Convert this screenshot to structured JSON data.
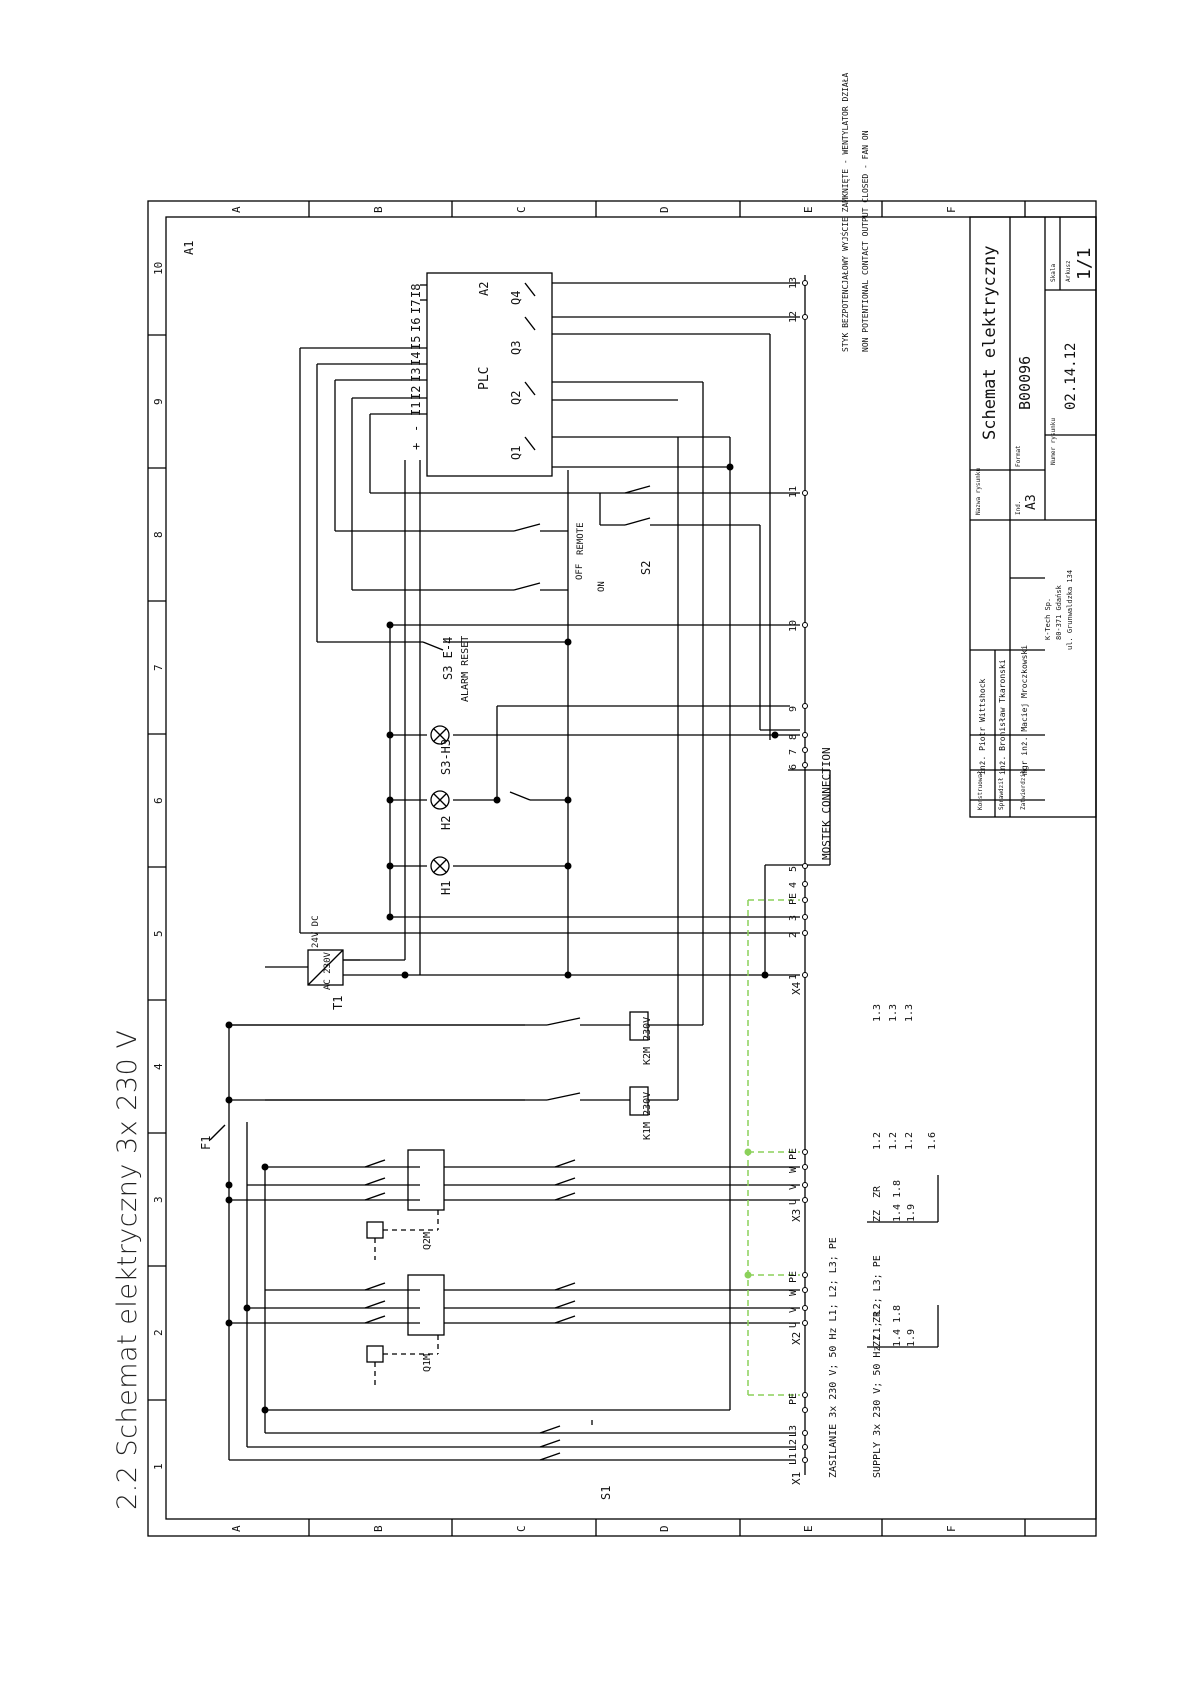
{
  "sheet_title": "2.2 Schemat elektryczny 3x 230 V",
  "frame": {
    "columns": [
      "A",
      "B",
      "C",
      "D",
      "E",
      "F"
    ],
    "rows": [
      "10",
      "9",
      "8",
      "7",
      "6",
      "5",
      "4",
      "3",
      "2",
      "1"
    ],
    "sheet_ref": "A1"
  },
  "title_block": {
    "title": "Schemat elektryczny",
    "drawing_no": "B00096",
    "date": "02.14.12",
    "format": "A3",
    "sheet": "1/1",
    "labels": {
      "project_name": "Nazwa rysunku",
      "index": "Ind.",
      "format": "Format",
      "drawing_no": "Numer rysunku",
      "scale": "Skala",
      "sheet": "Arkusz",
      "drawn": "Konstruował",
      "checked": "Sprawdził",
      "approved": "Zatwierdził"
    },
    "people": [
      "inż. Piotr Wittshock",
      "inż. Bronisław Tkaronski",
      "mgr inż. Maciej Mroczkowski"
    ],
    "company": [
      "K-Tech Sp.",
      "80-371 Gdańsk",
      "ul. Grunwaldzka 134"
    ]
  },
  "devices": {
    "plc": "PLC",
    "plc_terminals": [
      "+",
      "-",
      "I1",
      "I2",
      "I3",
      "I4",
      "I5",
      "I6",
      "I7",
      "I8"
    ],
    "plc_outputs": [
      "Q1",
      "Q2",
      "Q3",
      "Q4"
    ],
    "plc_coil": "A2",
    "t1": "T1",
    "t1_in": "AC 230V",
    "t1_out": "24V DC",
    "f1": "F1",
    "s1": "S1",
    "s2": "S2",
    "s3": "S3 E-4",
    "s3_sub": "ALARM RESET",
    "h1": "H1",
    "h2": "H2",
    "h3": "S3-H3",
    "k1m": "K1M 230V",
    "k2m": "K2M 230V",
    "q1m": "Q1M",
    "q2m": "Q2M",
    "switch_pos": [
      "ON",
      "OFF",
      "REMOTE"
    ]
  },
  "terminals": {
    "x1": "X1",
    "x2": "X2",
    "x3": "X3",
    "x4": "X4",
    "x1_pins": [
      "L1",
      "L2",
      "L3",
      "PE"
    ],
    "motor_pins": [
      "U",
      "V",
      "W",
      "PE"
    ],
    "x4_pins": [
      "1",
      "2",
      "3",
      "PE",
      "4",
      "5",
      "6",
      "7",
      "8",
      "9",
      "10",
      "11",
      "12",
      "13"
    ]
  },
  "notes": {
    "supply_pl": "ZASILANIE 3x 230 V; 50 Hz L1; L2; L3; PE",
    "supply_en": "SUPPLY 3x 230 V; 50 Hz L1; L2; L3; PE",
    "bridge": "MOSTEK CONNECTION",
    "contact_pl": "STYK BEZPOTENCJAŁOWY WYJŚCIE ZAMKNIĘTE - WENTYLATOR DZIAŁA",
    "contact_en": "NON POTENTIONAL CONTACT OUTPUT CLOSED - FAN ON"
  },
  "contact_table": {
    "header": [
      "ZZ",
      "ZR"
    ],
    "rows_k1m": [
      "1.4",
      "1.8",
      "1.9"
    ],
    "rows_k2m": [
      "1.4",
      "1.8",
      "1.9"
    ],
    "refs": [
      "1.2",
      "1.2",
      "1.2",
      "1.6",
      "1.3",
      "1.3",
      "1.3"
    ]
  },
  "colors": {
    "line": "#000000",
    "pe": "#8bd15a",
    "text": "#111111"
  }
}
